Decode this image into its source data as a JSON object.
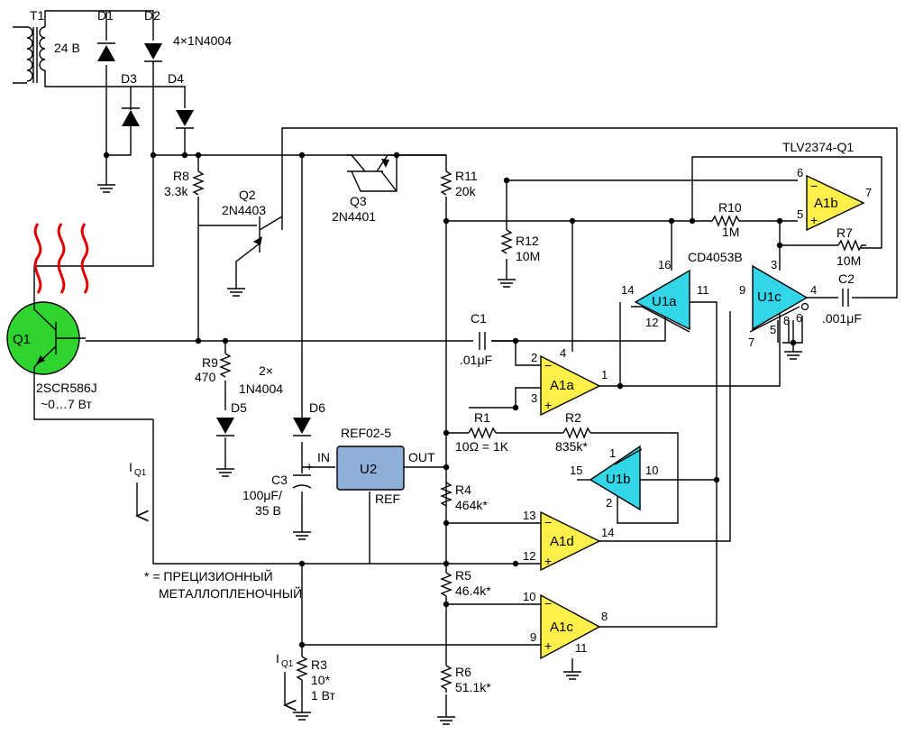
{
  "transformer": {
    "ref": "T1",
    "voltage": "24 В"
  },
  "diodes": {
    "d1": "D1",
    "d2": "D2",
    "d3": "D3",
    "d4": "D4",
    "bridge_part": "4×1N4004",
    "d5": "D5",
    "d6": "D6",
    "pair_count": "2×",
    "pair_part": "1N4004"
  },
  "transistors": {
    "q1_ref": "Q1",
    "q1_part": "2SCR586J",
    "q1_range": "~0…7 Вт",
    "q2_ref": "Q2",
    "q2_part": "2N4403",
    "q3_ref": "Q3",
    "q3_part": "2N4401"
  },
  "resistors": {
    "r1_ref": "R1",
    "r1_val": "10Ω = 1K",
    "r2_ref": "R2",
    "r2_val": "835k*",
    "r3_ref": "R3",
    "r3_val": "10*",
    "r3_power": "1 Вт",
    "r4_ref": "R4",
    "r4_val": "464k*",
    "r5_ref": "R5",
    "r5_val": "46.4k*",
    "r6_ref": "R6",
    "r6_val": "51.1k*",
    "r7_ref": "R7",
    "r7_val": "10M",
    "r8_ref": "R8",
    "r8_val": "3.3k",
    "r9_ref": "R9",
    "r9_val": "470",
    "r10_ref": "R10",
    "r10_val": "1M",
    "r11_ref": "R11",
    "r11_val": "20k",
    "r12_ref": "R12",
    "r12_val": "10M"
  },
  "capacitors": {
    "c1_ref": "C1",
    "c1_val": ".01μF",
    "c2_ref": "C2",
    "c2_val": ".001μF",
    "c3_ref": "C3",
    "c3_val": "100μF/",
    "c3_volt": "35 В"
  },
  "ics": {
    "opamp_part": "TLV2374-Q1",
    "mux_part": "CD4053B",
    "ref_label": "REF02-5",
    "ref_in": "IN",
    "ref_out": "OUT",
    "ref_ref": "REF",
    "ref_name": "U2",
    "a1a": "A1a",
    "a1b": "A1b",
    "a1c": "A1c",
    "a1d": "A1d",
    "u1a": "U1a",
    "u1b": "U1b",
    "u1c": "U1c"
  },
  "pins": {
    "a1b_6": "6",
    "a1b_5": "5",
    "a1b_7": "7",
    "u1c_3": "3",
    "u1c_9": "9",
    "u1c_4": "4",
    "u1c_5": "5",
    "u1c_8": "8",
    "u1c_6": "6",
    "u1c_7": "7",
    "u1a_16": "16",
    "u1a_14": "14",
    "u1a_11": "11",
    "u1a_12": "12",
    "a1a_2": "2",
    "a1a_4": "4",
    "a1a_3": "3",
    "a1a_1": "1",
    "u1b_1": "1",
    "u1b_15": "15",
    "u1b_10": "10",
    "u1b_2": "2",
    "a1d_13": "13",
    "a1d_12": "12",
    "a1d_14": "14",
    "a1c_10": "10",
    "a1c_9": "9",
    "a1c_8": "8",
    "a1c_11": "11"
  },
  "current": {
    "label": "I",
    "sub": "Q1"
  },
  "signs": {
    "minus": "−",
    "plus": "+"
  },
  "note": {
    "line1": "* = ПРЕЦИЗИОННЫЙ",
    "line2": "МЕТАЛЛОПЛЕНОЧНЫЙ"
  }
}
